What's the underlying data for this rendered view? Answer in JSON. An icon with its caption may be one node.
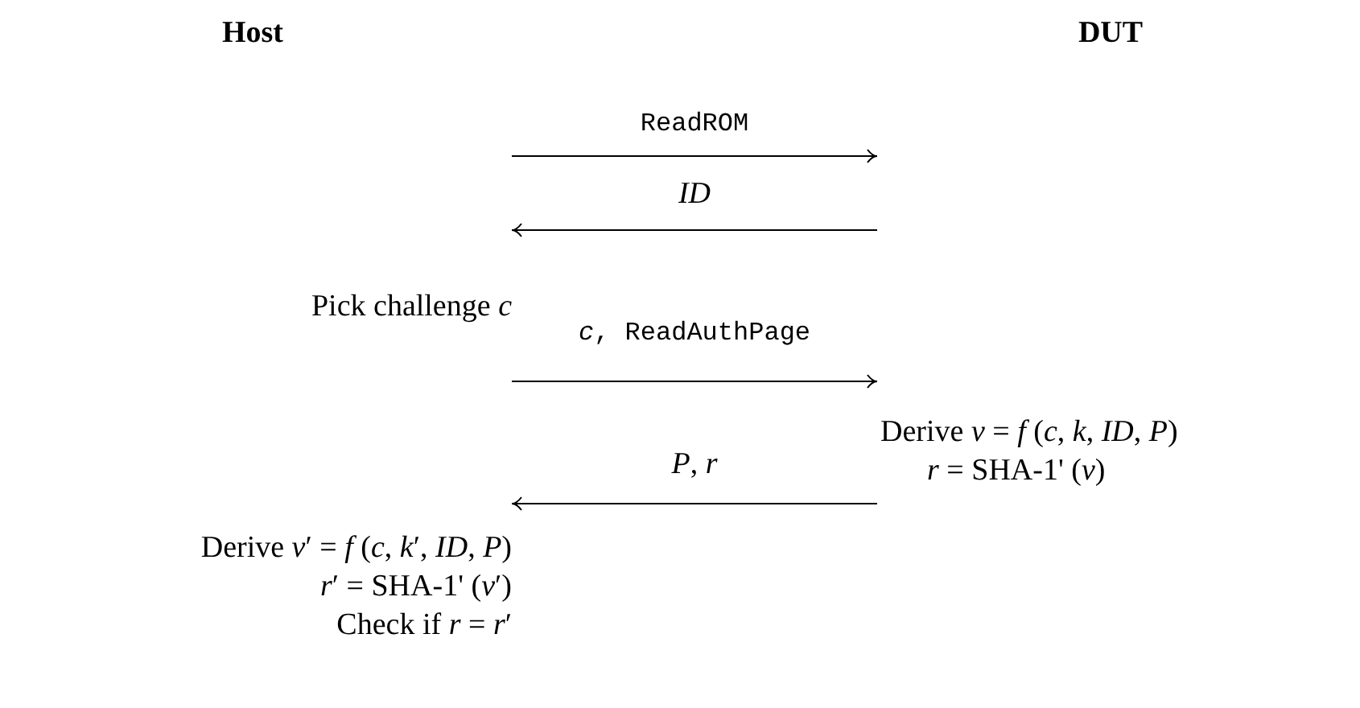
{
  "diagram": {
    "nodes": [
      {
        "text": [
          "Host",
          "Pick challenge *c*",
          "Derive *v*′ = *f* (*c*, *k*′, *ID*, *P*)",
          "*r*′ = SHA-1' (*v*′)",
          "Check if *r* = *r*′"
        ]
      },
      {
        "text": [
          "DUT",
          "Derive *v* = *f* (*c*, *k*, *ID*, *P*)",
          "*r* = SHA-1' (*v*)"
        ]
      }
    ],
    "edges": [
      {
        "from": 0,
        "to": 1,
        "arrow": "to",
        "label": "ReadROM"
      },
      {
        "from": 1,
        "to": 0,
        "arrow": "to",
        "label": "*ID*"
      },
      {
        "from": 0,
        "to": 1,
        "arrow": "to",
        "label": "*c*, ReadAuthPage"
      },
      {
        "from": 1,
        "to": 0,
        "arrow": "to",
        "label": "*P*, *r*"
      }
    ]
  }
}
